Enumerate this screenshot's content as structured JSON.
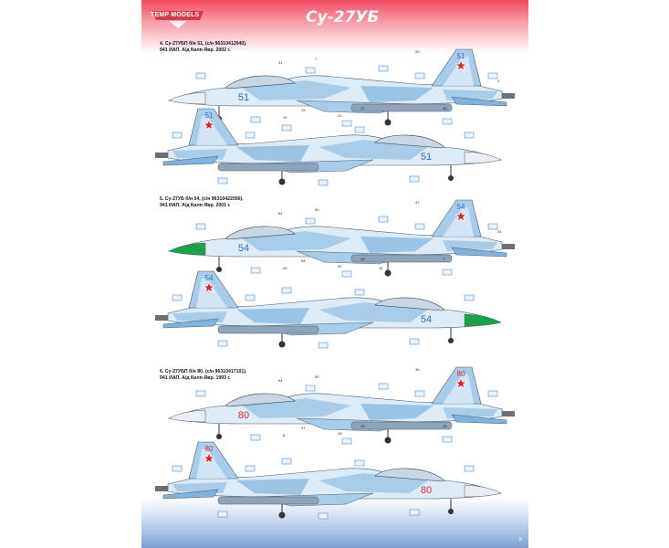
{
  "header": {
    "brand": "TEMP MODELS",
    "title": "Су-27УБ"
  },
  "schemes": [
    {
      "line1": "4. Су-27УБП б/н 51, (с/н 96310412040).",
      "line2": "941 ИАП. А/д Килп-Явр. 2002 г.",
      "tail_number": "51",
      "number_color": "#2f6fc0",
      "nose_color": "#e9eef2",
      "callouts": [
        "31",
        "7",
        "20",
        "30",
        "15",
        "21",
        "17",
        "19",
        "2"
      ]
    },
    {
      "line1": "5. Су-27УБ б/н 54, (с/н 96310422056).",
      "line2": "941 ИАП. А/д Килп-Явр. 2001 г.",
      "tail_number": "54",
      "number_color": "#2f6fc0",
      "nose_color": "#1aa34a",
      "callouts": [
        "64",
        "50",
        "47",
        "7",
        "54",
        "52",
        "40",
        "39",
        "24",
        "15"
      ]
    },
    {
      "line1": "6. Су-27УБП б/н 80, (с/н 96310417101).",
      "line2": "941 ИАП. А/д Килп-Явр. 1993 г.",
      "tail_number": "80",
      "number_color": "#d9303d",
      "nose_color": "#e9eef2",
      "callouts": [
        "64",
        "50",
        "36",
        "18",
        "47",
        "26",
        "25",
        "6"
      ]
    }
  ],
  "colors": {
    "camo_light": "#dcebf6",
    "camo_mid": "#a9cde9",
    "camo_dark": "#7fb2dc",
    "star": "#d9232e",
    "header_red": "#f1495f",
    "footer_blue": "#7f9fd2"
  },
  "page_number": "8"
}
